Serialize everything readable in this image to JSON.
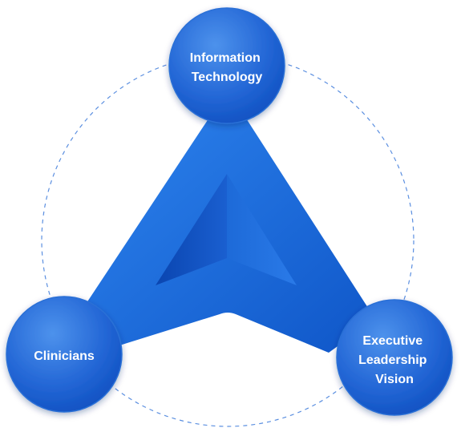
{
  "diagram": {
    "nodes": [
      {
        "id": "it",
        "lines": [
          "Information",
          "Technology"
        ]
      },
      {
        "id": "clinicians",
        "lines": [
          "Clinicians"
        ]
      },
      {
        "id": "executive",
        "lines": [
          "Executive",
          "Leadership",
          "Vision"
        ]
      }
    ],
    "colors": {
      "ring": "#5b8fe0",
      "triangle_light": "#2f86f0",
      "triangle_dark": "#0f56c8",
      "node_light": "#4d92ec",
      "node_dark": "#0d4fc0",
      "node_border": "#2a6fd6",
      "inner_light": "#2a7ae8",
      "inner_dark": "#0a45b0",
      "label": "#ffffff"
    }
  }
}
